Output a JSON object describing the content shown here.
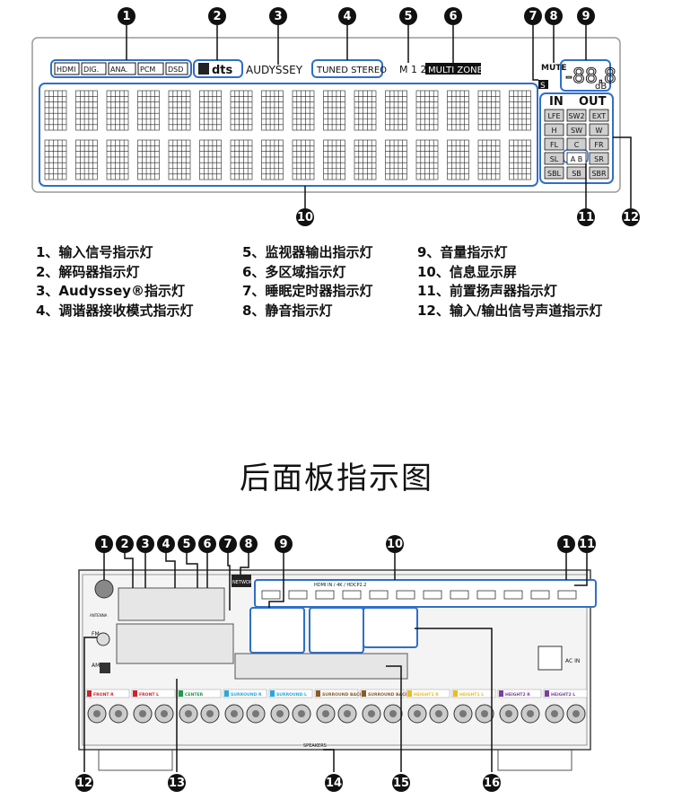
{
  "front_display": {
    "input_signal_indicators": [
      "HDMI",
      "DIG.",
      "ANA.",
      "PCM",
      "DSD"
    ],
    "decoder_indicators": [
      "dts"
    ],
    "audyssey_label": "AUDYSSEY",
    "tuner_label": "TUNED STEREO",
    "monitor_label": "M 1 2",
    "zone_label": "MULTI ZONE",
    "sleep_label": "S",
    "mute_label": "MUTE",
    "volume_unit": "dB",
    "io_labels": [
      "IN",
      "OUT"
    ],
    "channel_grid": [
      [
        "LFE",
        "SW2",
        "EXT"
      ],
      [
        "H",
        "SW",
        "W"
      ],
      [
        "FL",
        "C",
        "FR"
      ],
      [
        "SL",
        "A B",
        "SR"
      ],
      [
        "SBL",
        "SB",
        "SBR"
      ]
    ],
    "callouts": [
      "1",
      "2",
      "3",
      "4",
      "5",
      "6",
      "7",
      "8",
      "9",
      "10",
      "11",
      "12"
    ]
  },
  "legend": {
    "col1": [
      "1、输入信号指示灯",
      "2、解码器指示灯",
      "3、Audyssey®指示灯",
      "4、调谐器接收模式指示灯"
    ],
    "col2": [
      "5、监视器输出指示灯",
      "6、多区域指示灯",
      "7、睡眠定时器指示灯",
      "8、静音指示灯"
    ],
    "col3": [
      "9、音量指示灯",
      "10、信息显示屏",
      "11、前置扬声器指示灯",
      "12、输入/输出信号声道指示灯"
    ]
  },
  "rear_title": "后面板指示图",
  "rear_panel": {
    "callouts_top": [
      "1",
      "2",
      "3",
      "4",
      "5",
      "6",
      "7",
      "8",
      "9",
      "10",
      "1",
      "11"
    ],
    "callouts_bottom": [
      "12",
      "13",
      "14",
      "15",
      "16"
    ],
    "network_label": "NETWORK",
    "hdmi_label": "HDMI IN / 4K / HDCP2.2",
    "ac_label": "AC IN",
    "speakers_label": "SPEAKERS",
    "speaker_groups": [
      "FRONT R",
      "FRONT L",
      "CENTER",
      "SURROUND R",
      "SURROUND L",
      "SURROUND BACK R",
      "SURROUND BACK L",
      "HEIGHT1 R",
      "HEIGHT1 L",
      "HEIGHT2 R",
      "HEIGHT2 L"
    ],
    "speaker_colors": [
      "#d2222a",
      "#d2222a",
      "#1e9a48",
      "#28a8e0",
      "#28a8e0",
      "#8a5a2a",
      "#8a5a2a",
      "#e6c020",
      "#e6c020",
      "#7b3fa0",
      "#7b3fa0"
    ],
    "antenna_label": "ANTENNA",
    "am_label": "AM",
    "fm_label": "FM"
  }
}
